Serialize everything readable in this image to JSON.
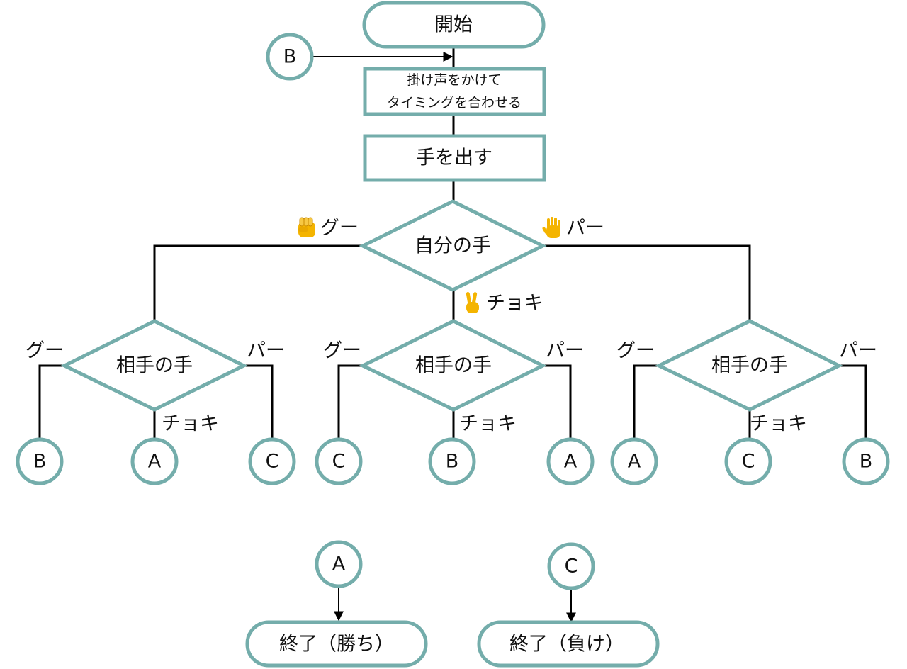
{
  "colors": {
    "shape_stroke": "#74adab",
    "line": "#000000",
    "fist": "#f4b400",
    "hand": "#f4b400"
  },
  "start": {
    "label": "開始"
  },
  "loop_connector": {
    "label": "B"
  },
  "step_call": {
    "line1": "掛け声をかけて",
    "line2": "タイミングを合わせる"
  },
  "step_throw": {
    "label": "手を出す"
  },
  "my_hand": {
    "label": "自分の手",
    "branch_rock": {
      "icon": "fist-emoji-icon",
      "label": "グー"
    },
    "branch_scissors": {
      "icon": "victory-hand-emoji-icon",
      "label": "チョキ"
    },
    "branch_paper": {
      "icon": "raised-hand-emoji-icon",
      "label": "パー"
    }
  },
  "opponent_decisions": [
    {
      "label": "相手の手",
      "left": "グー",
      "down": "チョキ",
      "right": "パー",
      "outcomes": [
        "B",
        "A",
        "C"
      ]
    },
    {
      "label": "相手の手",
      "left": "グー",
      "down": "チョキ",
      "right": "パー",
      "outcomes": [
        "C",
        "B",
        "A"
      ]
    },
    {
      "label": "相手の手",
      "left": "グー",
      "down": "チョキ",
      "right": "パー",
      "outcomes": [
        "A",
        "C",
        "B"
      ]
    }
  ],
  "ends": [
    {
      "connector": "A",
      "label": "終了（勝ち）"
    },
    {
      "connector": "C",
      "label": "終了（負け）"
    }
  ]
}
